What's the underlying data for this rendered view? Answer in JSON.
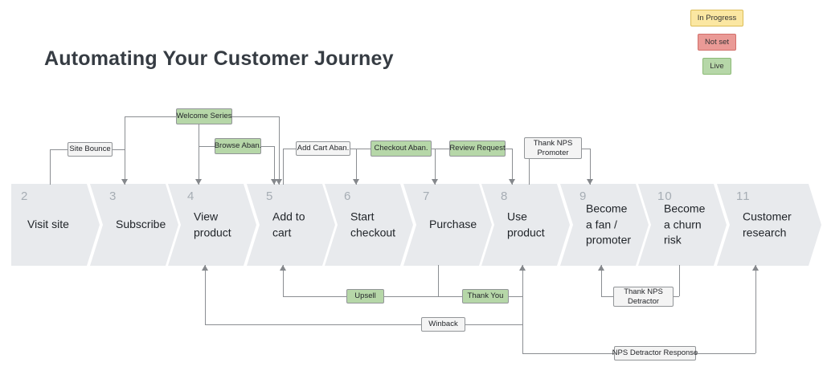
{
  "title": "Automating Your Customer Journey",
  "legend": [
    {
      "label": "In Progress",
      "fill": "#fbe7a2",
      "border": "#dcbd56"
    },
    {
      "label": "Not set",
      "fill": "#ea9a96",
      "border": "#d26f6a"
    },
    {
      "label": "Live",
      "fill": "#b6d7a8",
      "border": "#8dbb77"
    }
  ],
  "stages": [
    {
      "number": "2",
      "label": "Visit site"
    },
    {
      "number": "3",
      "label": "Subscribe"
    },
    {
      "number": "4",
      "label": "View product"
    },
    {
      "number": "5",
      "label": "Add to cart"
    },
    {
      "number": "6",
      "label": "Start checkout"
    },
    {
      "number": "7",
      "label": "Purchase"
    },
    {
      "number": "8",
      "label": "Use product"
    },
    {
      "number": "9",
      "label": "Become a fan / promoter"
    },
    {
      "number": "10",
      "label": "Become a churn risk"
    },
    {
      "number": "11",
      "label": "Customer research"
    }
  ],
  "automations": [
    {
      "label": "Site Bounce",
      "variant": "gray"
    },
    {
      "label": "Welcome Series",
      "variant": "green"
    },
    {
      "label": "Browse Aban.",
      "variant": "green"
    },
    {
      "label": "Add Cart Aban.",
      "variant": "gray"
    },
    {
      "label": "Checkout Aban.",
      "variant": "green"
    },
    {
      "label": "Review Request",
      "variant": "green"
    },
    {
      "label": "Thank NPS Promoter",
      "variant": "gray"
    },
    {
      "label": "Upsell",
      "variant": "green"
    },
    {
      "label": "Thank You",
      "variant": "green"
    },
    {
      "label": "Thank NPS Detractor",
      "variant": "gray"
    },
    {
      "label": "Winback",
      "variant": "gray"
    },
    {
      "label": "NPS Detractor Response",
      "variant": "gray"
    }
  ],
  "colors": {
    "chevron_gray": "#e8eaed",
    "live_green": "#b6d7a8",
    "not_set_red": "#ea9a96",
    "in_progress_yellow": "#fbe7a2",
    "connector_gray": "#8b8e92"
  }
}
